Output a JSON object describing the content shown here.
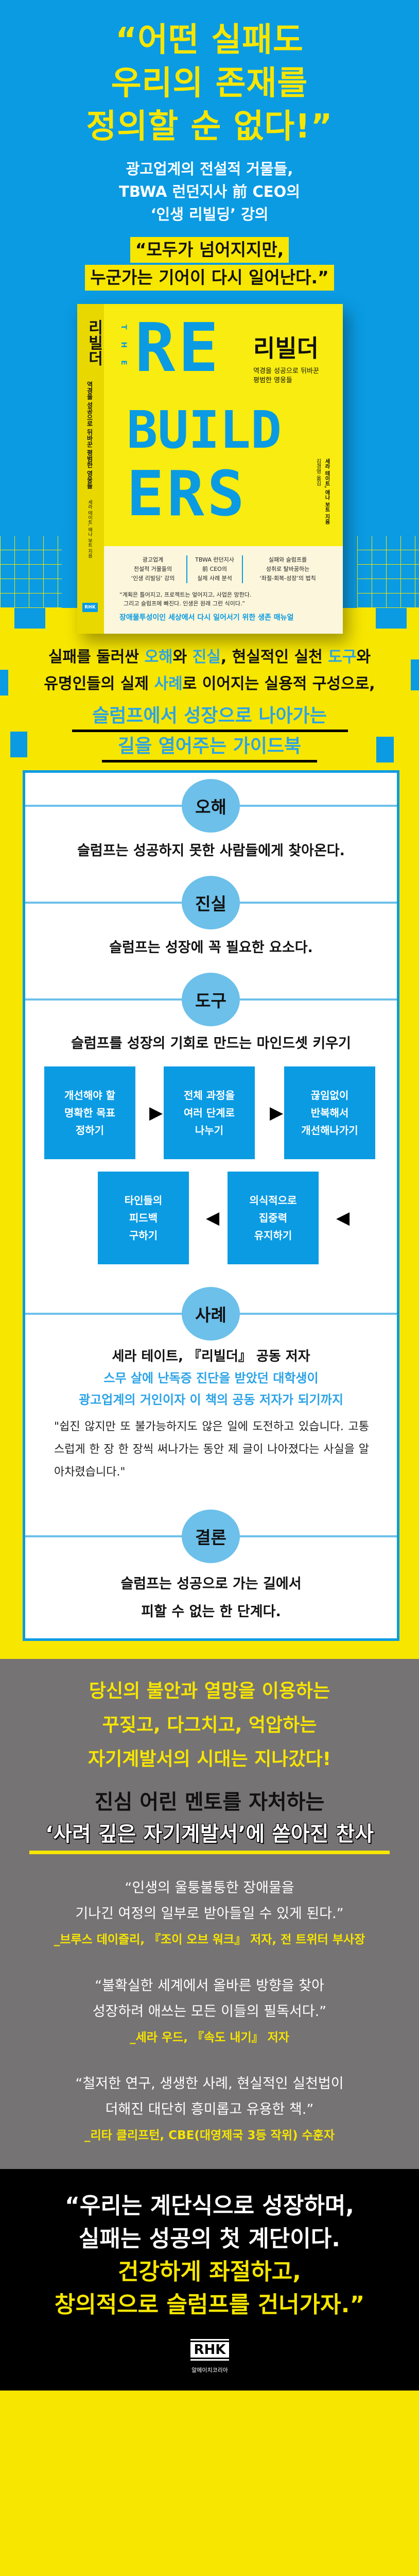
{
  "hero": {
    "headline": [
      "“어떤 실패도",
      "우리의 존재를",
      "정의할 순 없다!”"
    ],
    "subtitle": [
      "광고업계의 전설적 거물들,",
      "TBWA 런던지사 前 CEO의",
      "‘인생 리빌딩’ 강의"
    ],
    "highlight": [
      "“모두가 넘어지지만,",
      "누군가는 기어이 다시 일어난다.”"
    ]
  },
  "book": {
    "title_ko": "리빌더",
    "subtitle": [
      "역경을 성공으로 뒤바꾼",
      "평범한 영웅들"
    ],
    "title_en": {
      "the": "THE",
      "lines": [
        "RE",
        "BUILD",
        "ERS"
      ]
    },
    "authors": "세라 테이트, 애나 보트 지음",
    "translator": "김경영 옮김",
    "spine_title": "리빌더",
    "spine_subtitle": "역경을 성공으로 뒤바꾼 평범한 영웅들",
    "band_columns": [
      "광고업계\n전설적 거물들의\n‘인생 리빌딩’ 강의",
      "TBWA 런던지사\n前 CEO의\n실제 사례 분석",
      "실패와 슬럼프를\n성취로 탈바꿈하는\n‘좌절-회복-성장’의 법칙"
    ],
    "band_quote": [
      "“계획은 틀어지고, 프로젝트는 엎어지고, 사업은 망한다.",
      "그리고 슬럼프에 빠진다. 인생은 원래 그런 식이다.”"
    ],
    "band_tagline": "장애물투성이인 세상에서 다시 일어서기 위한 생존 매뉴얼",
    "publisher": "RHK"
  },
  "intro": {
    "line1": {
      "a": "실패를 둘러싼 ",
      "b1": "오해",
      "c": "와 ",
      "b2": "진실",
      "d": ", 현실적인 실천 ",
      "b3": "도구",
      "e": "와"
    },
    "line2": {
      "a": "유명인들의 실제 ",
      "b": "사례",
      "c": "로 이어지는 실용적 구성으로,"
    },
    "guide": [
      "슬럼프에서 성장으로 나아가는",
      "길을 열어주는 가이드북"
    ]
  },
  "sections": {
    "misconception": {
      "label": "오해",
      "text": "슬럼프는 성공하지 못한 사람들에게 찾아온다."
    },
    "truth": {
      "label": "진실",
      "text": "슬럼프는 성장에 꼭 필요한 요소다."
    },
    "tools": {
      "label": "도구",
      "text": "슬럼프를 성장의 기회로 만드는 마인드셋 키우기",
      "steps": [
        "개선해야 할\n명확한 목표\n정하기",
        "전체 과정을\n여러 단계로\n나누기",
        "끊임없이\n반복해서\n개선해나가기",
        "의식적으로\n집중력\n유지하기",
        "타인들의\n피드백\n구하기"
      ]
    },
    "case": {
      "label": "사례",
      "title": "세라 테이트, 『리빌더』 공동 저자",
      "sub": [
        "스무 살에 난독증 진단을 받았던 대학생이",
        "광고업계의 거인이자 이 책의 공동 저자가 되기까지"
      ],
      "quote": "\"쉽진 않지만 또 불가능하지도 않은 일에 도전하고 있습니다. 고통스럽게 한 장 한 장씩 써나가는 동안 제 글이 나아졌다는 사실을 알아차렸습니다.\""
    },
    "conclusion": {
      "label": "결론",
      "text": [
        "슬럼프는 성공으로 가는 길에서",
        "피할 수 없는 한 단계다."
      ]
    }
  },
  "praise": {
    "intro": [
      "당신의 불안과 열망을 이용하는",
      "꾸짖고, 다그치고, 억압하는",
      "자기계발서의 시대는 지나갔다!"
    ],
    "heading": [
      "진심 어린 멘토를 자처하는",
      "‘사려 깊은 자기계발서’에 쏟아진 찬사"
    ],
    "quotes": [
      {
        "text": [
          "“인생의 울퉁불퉁한 장애물을",
          "기나긴 여정의 일부로 받아들일 수 있게 된다.”"
        ],
        "by": "_브루스 데이즐리, 『조이 오브 워크』 저자, 전 트위터 부사장"
      },
      {
        "text": [
          "“불확실한 세계에서 올바른 방향을 찾아",
          "성장하려 애쓰는 모든 이들의 필독서다.”"
        ],
        "by": "_세라 우드, 『속도 내기』 저자"
      },
      {
        "text": [
          "“철저한 연구, 생생한 사례, 현실적인 실천법이",
          "더해진 대단히 흥미롭고 유용한 책.”"
        ],
        "by": "_리타 클리프턴, CBE(대영제국 3등 작위) 수훈자"
      }
    ]
  },
  "closing": {
    "white": [
      "“우리는 계단식으로 성장하며,",
      "실패는 성공의 첫 계단이다."
    ],
    "yellow": [
      "건강하게 좌절하고,",
      "창의적으로 슬럼프를 건너가자.”"
    ],
    "logo": "RHK",
    "logo_sub": "알에이치코리아"
  },
  "colors": {
    "blue": "#0a9be3",
    "yellow": "#f7e600",
    "light_blue": "#6cc0ea",
    "gray": "#767374",
    "black": "#000000"
  }
}
